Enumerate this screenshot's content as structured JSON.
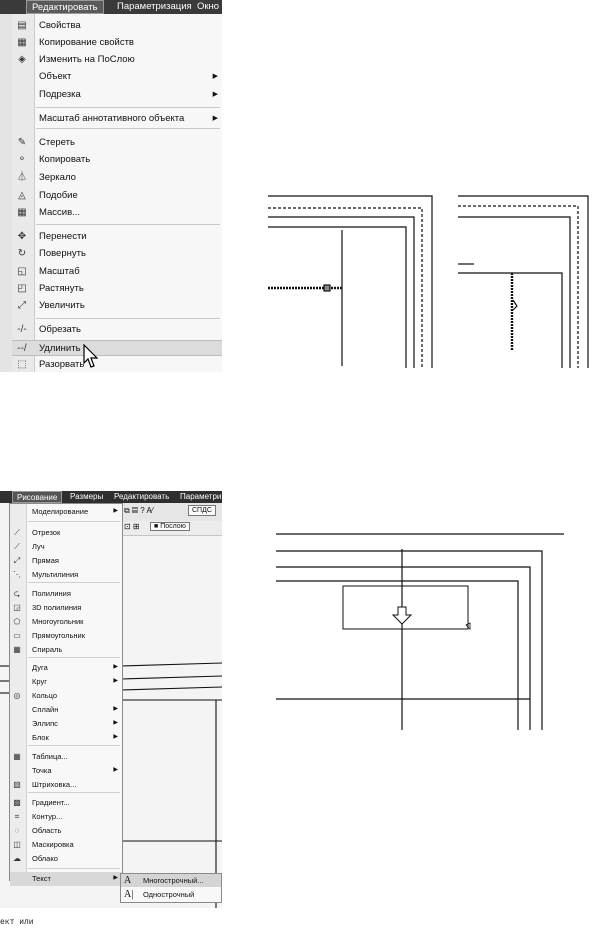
{
  "edit_screenshot": {
    "menubar": [
      "Редактировать",
      "Параметризация",
      "Окно"
    ],
    "items": [
      {
        "label": "Свойства",
        "icon": "properties-icon",
        "glyph": "▤",
        "submenu": false
      },
      {
        "label": "Копирование свойств",
        "icon": "match-properties-icon",
        "glyph": "▦",
        "submenu": false
      },
      {
        "label": "Изменить на ПоСлою",
        "icon": "change-bylayer-icon",
        "glyph": "◈",
        "submenu": false
      },
      {
        "label": "Объект",
        "icon": "",
        "glyph": "",
        "submenu": true
      },
      {
        "label": "Подрезка",
        "icon": "",
        "glyph": "",
        "submenu": true
      },
      {
        "label": "Масштаб аннотативного объекта",
        "icon": "",
        "glyph": "",
        "submenu": true
      },
      {
        "label": "Стереть",
        "icon": "erase-icon",
        "glyph": "✎",
        "submenu": false
      },
      {
        "label": "Копировать",
        "icon": "copy-icon",
        "glyph": "⚬",
        "submenu": false
      },
      {
        "label": "Зеркало",
        "icon": "mirror-icon",
        "glyph": "⏃",
        "submenu": false
      },
      {
        "label": "Подобие",
        "icon": "offset-icon",
        "glyph": "◬",
        "submenu": false
      },
      {
        "label": "Массив...",
        "icon": "array-icon",
        "glyph": "▦",
        "submenu": false
      },
      {
        "label": "Перенести",
        "icon": "move-icon",
        "glyph": "✥",
        "submenu": false
      },
      {
        "label": "Повернуть",
        "icon": "rotate-icon",
        "glyph": "↻",
        "submenu": false
      },
      {
        "label": "Масштаб",
        "icon": "scale-icon",
        "glyph": "◱",
        "submenu": false
      },
      {
        "label": "Растянуть",
        "icon": "stretch-icon",
        "glyph": "◰",
        "submenu": false
      },
      {
        "label": "Увеличить",
        "icon": "lengthen-icon",
        "glyph": "⤢",
        "submenu": false
      },
      {
        "label": "Обрезать",
        "icon": "trim-icon",
        "glyph": "-/-",
        "submenu": false
      },
      {
        "label": "Удлинить",
        "icon": "extend-icon",
        "glyph": "--/",
        "submenu": false
      },
      {
        "label": "Разорвать",
        "icon": "break-icon",
        "glyph": "⬚",
        "submenu": false
      }
    ]
  },
  "draw_screenshot": {
    "menubar": [
      "Рисование",
      "Размеры",
      "Редактировать",
      "Параметри"
    ],
    "toolbar": {
      "layer": "Послою",
      "style": "СПДС"
    },
    "items": [
      {
        "label": "Моделирование",
        "icon": "",
        "glyph": "",
        "submenu": true
      },
      {
        "label": "Отрезок",
        "icon": "line-icon",
        "glyph": "⟋",
        "submenu": false
      },
      {
        "label": "Луч",
        "icon": "ray-icon",
        "glyph": "⟋",
        "submenu": false
      },
      {
        "label": "Прямая",
        "icon": "construction-line-icon",
        "glyph": "⤢",
        "submenu": false
      },
      {
        "label": "Мультилиния",
        "icon": "multiline-icon",
        "glyph": "⋱",
        "submenu": false
      },
      {
        "label": "Полилиния",
        "icon": "polyline-icon",
        "glyph": "⮎",
        "submenu": false
      },
      {
        "label": "3D полилиния",
        "icon": "3d-polyline-icon",
        "glyph": "◲",
        "submenu": false
      },
      {
        "label": "Многоугольник",
        "icon": "polygon-icon",
        "glyph": "⬠",
        "submenu": false
      },
      {
        "label": "Прямоугольник",
        "icon": "rectangle-icon",
        "glyph": "▭",
        "submenu": false
      },
      {
        "label": "Спираль",
        "icon": "helix-icon",
        "glyph": "▦",
        "submenu": false
      },
      {
        "label": "Дуга",
        "icon": "",
        "glyph": "",
        "submenu": true
      },
      {
        "label": "Круг",
        "icon": "",
        "glyph": "",
        "submenu": true
      },
      {
        "label": "Кольцо",
        "icon": "donut-icon",
        "glyph": "◎",
        "submenu": false
      },
      {
        "label": "Сплайн",
        "icon": "",
        "glyph": "",
        "submenu": true
      },
      {
        "label": "Эллипс",
        "icon": "",
        "glyph": "",
        "submenu": true
      },
      {
        "label": "Блок",
        "icon": "",
        "glyph": "",
        "submenu": true
      },
      {
        "label": "Таблица...",
        "icon": "table-icon",
        "glyph": "▦",
        "submenu": false
      },
      {
        "label": "Точка",
        "icon": "",
        "glyph": "",
        "submenu": true
      },
      {
        "label": "Штриховка...",
        "icon": "hatch-icon",
        "glyph": "▧",
        "submenu": false
      },
      {
        "label": "Градиент...",
        "icon": "gradient-icon",
        "glyph": "▩",
        "submenu": false
      },
      {
        "label": "Контур...",
        "icon": "boundary-icon",
        "glyph": "⌗",
        "submenu": false
      },
      {
        "label": "Область",
        "icon": "region-icon",
        "glyph": "◌",
        "submenu": false
      },
      {
        "label": "Маскировка",
        "icon": "wipeout-icon",
        "glyph": "◫",
        "submenu": false
      },
      {
        "label": "Облако",
        "icon": "revcloud-icon",
        "glyph": "☁",
        "submenu": false
      },
      {
        "label": "Текст",
        "icon": "",
        "glyph": "",
        "submenu": true
      }
    ],
    "text_submenu": [
      {
        "label": "Многострочный...",
        "glyph": "A",
        "icon": "mtext-icon"
      },
      {
        "label": "Однострочный",
        "glyph": "A|",
        "icon": "single-line-text-icon"
      }
    ],
    "command_line": "ект или"
  }
}
